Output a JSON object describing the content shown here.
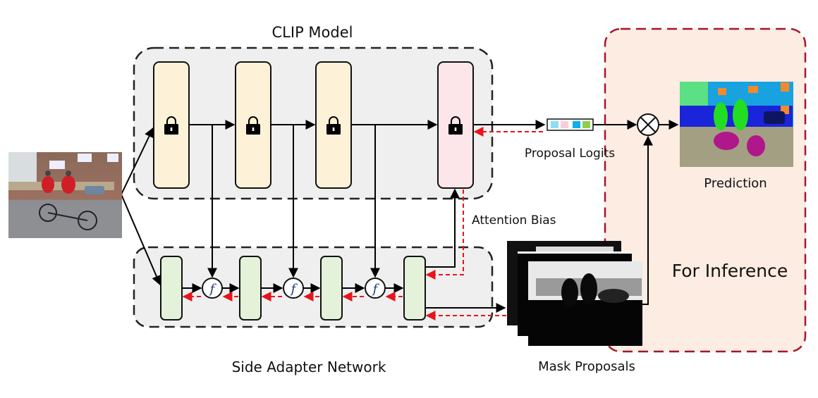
{
  "title": "CLIP Model",
  "side_network_label": "Side Adapter Network",
  "inference_label": "For Inference",
  "proposal_logits_label": "Proposal Logits",
  "attention_bias_label": "Attention Bias",
  "mask_proposals_label": "Mask Proposals",
  "prediction_label": "Prediction",
  "fusion_symbol": "f",
  "colors": {
    "clip_block": "#fdf2d8",
    "clip_last_block": "#fde6e9",
    "side_block": "#e4f2da",
    "group_bg": "#efefef",
    "inference_bg": "#fcece2",
    "inference_border": "#a5172c",
    "gradient_arrow": "#e8141c",
    "logit_cells": [
      "#8fdcf5",
      "#f9cfd7",
      "#10aee8",
      "#8ccf4d"
    ]
  },
  "clip_blocks": [
    {
      "name": "clip-block-1",
      "frozen": true
    },
    {
      "name": "clip-block-2",
      "frozen": true
    },
    {
      "name": "clip-block-3",
      "frozen": true
    },
    {
      "name": "clip-block-4",
      "frozen": true
    }
  ],
  "side_blocks": 4,
  "fusion_nodes": 3
}
